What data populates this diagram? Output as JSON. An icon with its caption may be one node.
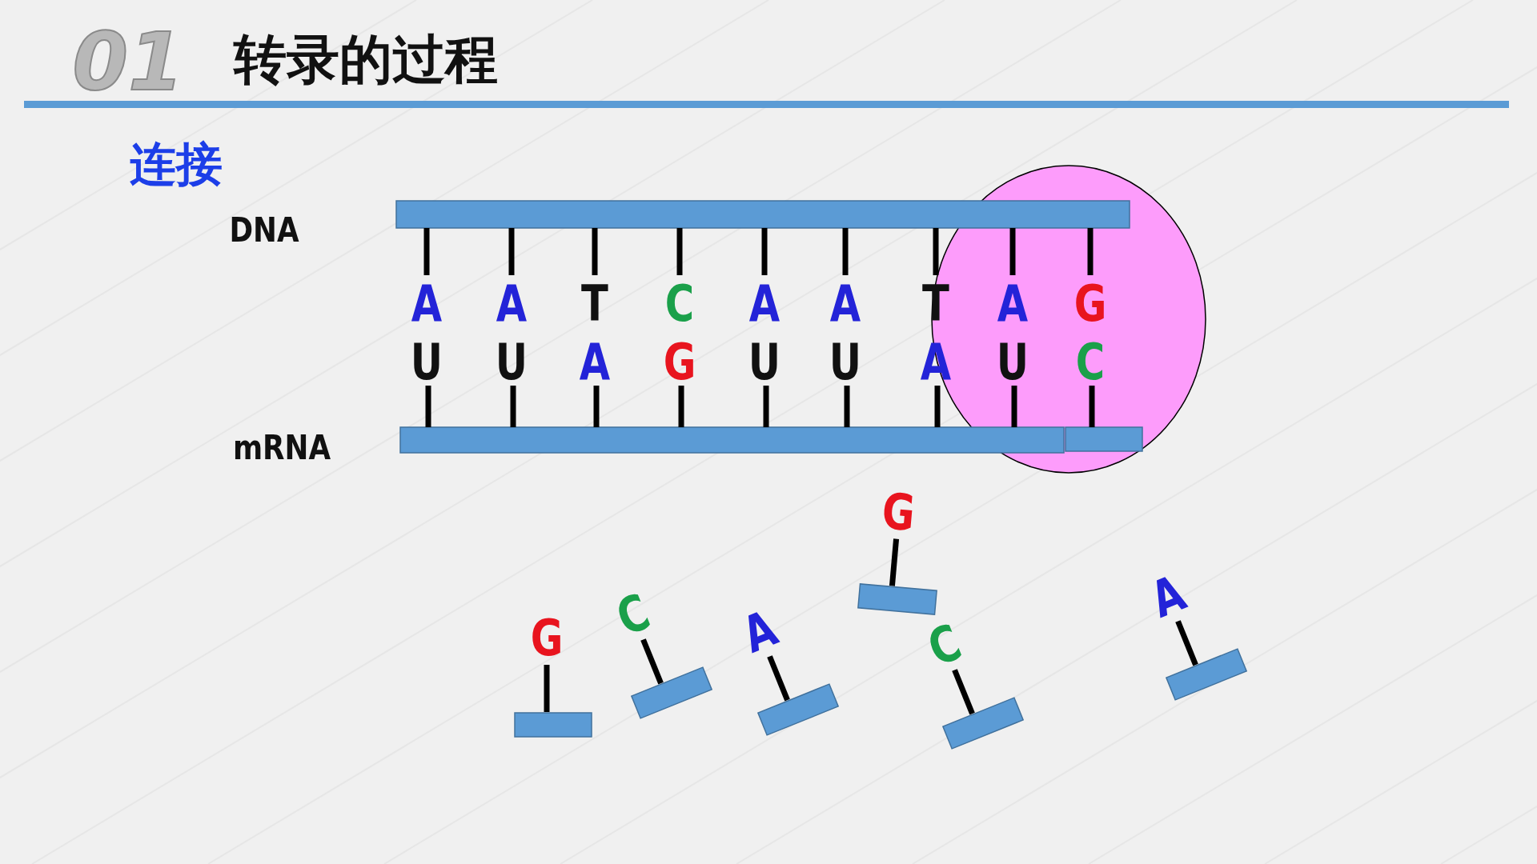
{
  "diagram": {
    "title": "转录的过程",
    "labels": [
      "01",
      "连接",
      "DNA",
      "A",
      "A",
      "T",
      "C",
      "A",
      "A",
      "T",
      "A",
      "G",
      "U",
      "U",
      "A",
      "G",
      "U",
      "U",
      "A",
      "U",
      "C",
      "mRNA",
      "G",
      "C",
      "A",
      "G",
      "C",
      "A"
    ]
  }
}
